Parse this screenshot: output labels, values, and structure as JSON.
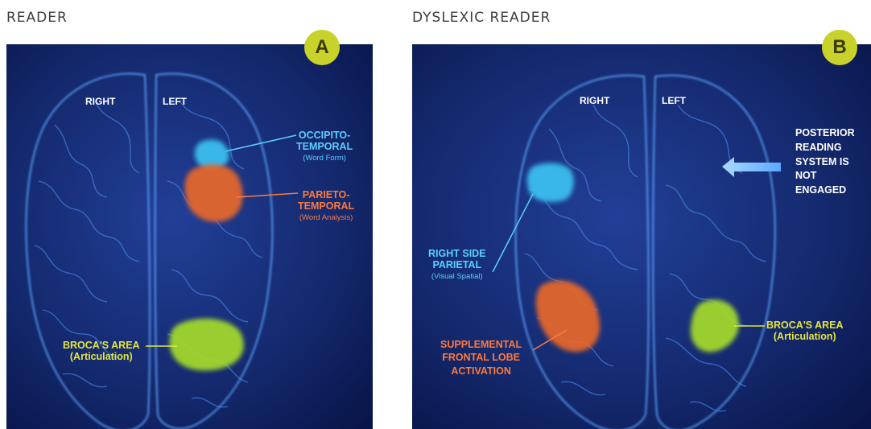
{
  "panels": {
    "a": {
      "title": "READER",
      "badge": "A",
      "hemi_right": "RIGHT",
      "hemi_left": "LEFT",
      "occipito_line1": "OCCIPITO-",
      "occipito_line2": "TEMPORAL",
      "occipito_sub": "(Word Form)",
      "parieto_line1": "PARIETO-",
      "parieto_line2": "TEMPORAL",
      "parieto_sub": "(Word Analysis)",
      "broca_line1": "BROCA'S AREA",
      "broca_line2": "(Articulation)"
    },
    "b": {
      "title": "DYSLEXIC READER",
      "badge": "B",
      "hemi_right": "RIGHT",
      "hemi_left": "LEFT",
      "posterior_1": "POSTERIOR",
      "posterior_2": "READING",
      "posterior_3": "SYSTEM IS",
      "posterior_4": "NOT",
      "posterior_5": "ENGAGED",
      "right_side_1": "RIGHT SIDE",
      "right_side_2": "PARIETAL",
      "right_side_sub": "(Visual Spatial)",
      "supp_1": "SUPPLEMENTAL",
      "supp_2": "FRONTAL LOBE",
      "supp_3": "ACTIVATION",
      "broca_line1": "BROCA'S AREA",
      "broca_line2": "(Articulation)"
    }
  },
  "colors": {
    "background_dark": "#0b1a55",
    "background_mid": "#1d3c96",
    "brain_line": "#5fa8ff",
    "badge": "#c9d22a",
    "cyan_blob": "#3bbdf0",
    "orange_blob": "#e8672a",
    "green_blob": "#a6dc2a",
    "cyan_text": "#5ad0ff",
    "orange_text": "#ff7a3c",
    "yellow_text": "#e6e63a",
    "white_text": "#ffffff"
  }
}
